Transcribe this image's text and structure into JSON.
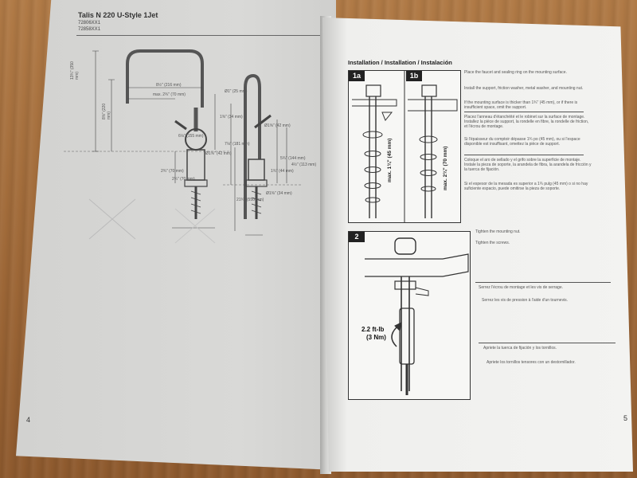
{
  "left_page": {
    "title": "Talis N 220 U-Style 1Jet",
    "part_numbers": [
      "72806XX1",
      "72858XX1"
    ],
    "dimensions": [
      "13¾\" (350 mm)",
      "8⅝\" (220 mm)",
      "8½\" (216 mm)",
      "max. 2¾\" (70 mm)",
      "Ø1\" (25 mm)",
      "1⅜\" (34 mm)",
      "6⅛\" (155 mm)",
      "Ø1⅝\" (42 mm)",
      "2¾\" (70 mm)",
      "2¾\" (70 mm)",
      "Ø1⅝\" (42 mm)",
      "7⅛\" (181 mm)",
      "5¾\" (144 mm)",
      "4½\" (113 mm)",
      "1¾\" (44 mm)",
      "21¾\" (550 mm)",
      "Ø1⅜\" (34 mm)"
    ],
    "page_number": "4"
  },
  "right_page": {
    "section_title": "Installation / Installation / Instalación",
    "step1": {
      "tag_a": "1a",
      "tag_b": "1b",
      "label_a": "max. 1¾\" (45 mm)",
      "label_b": "max. 2¾\" (70 mm)",
      "en_1": "Place the faucet and sealing ring on the mounting surface.",
      "en_2": "Install the support, friction washer, metal washer, and mounting nut.",
      "en_3": "If the mounting surface is thicker than 1¾\" (45 mm), or if there is insufficient space, omit the support.",
      "fr_1": "Placez l'anneau d'étanchéité et le robinet sur la surface de montage. Installez la pièce de support, la rondelle en fibre, la rondelle de friction, et l'écrou de montage.",
      "fr_2": "Si l'épaisseur du comptoir dépasse 1¾ po (45 mm), ou si l'espace disponible est insuffisant, omettez la pièce de support.",
      "es_1": "Coloque el aro de sellado y el grifo sobre la superficie de montaje. Instale la pieza de soporte, la arandela de fibra, la arandela de fricción y la tuerca de fijación.",
      "es_2": "Si el espesor de la mesada es superior a 1¾ pulg (45 mm) o si no hay suficiente espacio, puede omitirse la pieza de soporte."
    },
    "step2": {
      "tag": "2",
      "torque": "2.2 ft-lb",
      "torque_metric": "(3 Nm)",
      "en_1": "Tighten the mounting nut.",
      "en_2": "Tighten the screws.",
      "fr_1": "Serrez l'écrou de montage et les vis de serrage.",
      "fr_2": "Serrez les vis de pression à l'aide d'un tournevis.",
      "es_1": "Apriete la tuerca de fijación y los tornillos.",
      "es_2": "Apriete los tornillos tensores con un destornillador."
    },
    "page_number": "5"
  }
}
